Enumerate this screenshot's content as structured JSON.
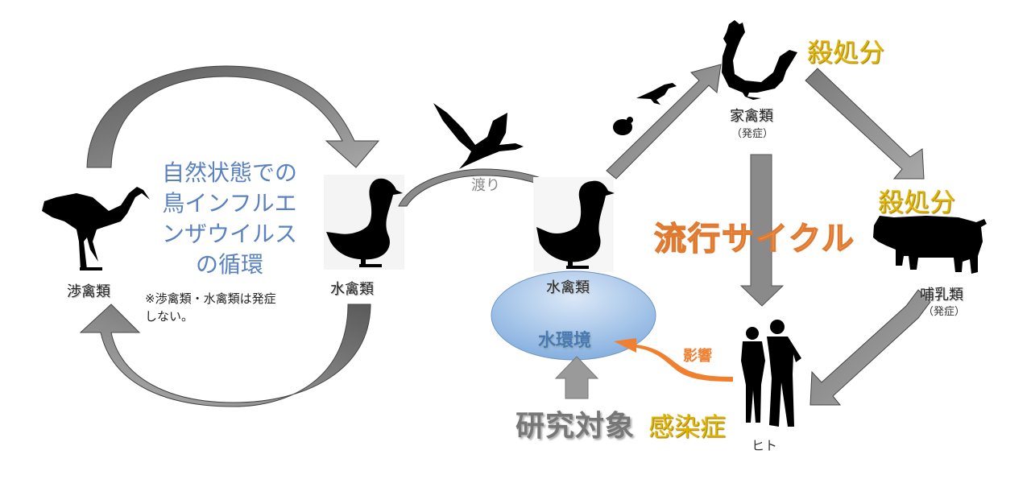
{
  "natural_cycle": {
    "title": "自然状態での鳥インフルエンザウイルスの循環",
    "title_lines": [
      "自然状態での",
      "鳥インフルエ",
      "ンザウイルス",
      "の循環"
    ],
    "note_lines": [
      "※渉禽類・水禽類は発症",
      "しない。"
    ],
    "wading_birds_label": "渉禽類",
    "waterfowl_label": "水禽類"
  },
  "migration": {
    "label": "渡り"
  },
  "water": {
    "waterfowl_label": "水禽類",
    "environment_label": "水環境",
    "research_label": "研究対象"
  },
  "epidemic": {
    "cycle_label": "流行サイクル",
    "poultry_label": "家禽類",
    "poultry_sub": "（発症）",
    "mammal_label": "哺乳類",
    "mammal_sub": "（発症）",
    "culling_label_1": "殺処分",
    "culling_label_2": "殺処分",
    "human_label": "ヒト",
    "infection_label": "感染症",
    "influence_label": "影響"
  },
  "colors": {
    "blue_text": "#5b82c0",
    "yellow_text": "#e0b400",
    "orange": "#f08030",
    "arrow_gray": "#8a8a8a",
    "ellipse_blue": "#9fc3ea"
  }
}
